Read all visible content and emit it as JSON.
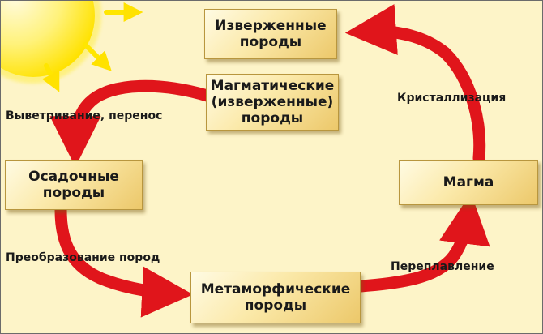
{
  "nodes": {
    "igneous": "Изверженные\nпороды",
    "magmatic": "Магматические\n(изверженные)\nпороды",
    "sedimentary": "Осадочные\nпороды",
    "magma": "Магма",
    "metamorphic": "Метаморфические\nпороды"
  },
  "labels": {
    "weathering": "Выветривание, перенос",
    "crystallization": "Кристаллизация",
    "transformation": "Преобразование пород",
    "remelting": "Переплавление"
  },
  "colors": {
    "arrow": "#e0151b",
    "sun": "#ffe200",
    "sun_rays": "#ffea00",
    "background": "#fdf4c8"
  }
}
